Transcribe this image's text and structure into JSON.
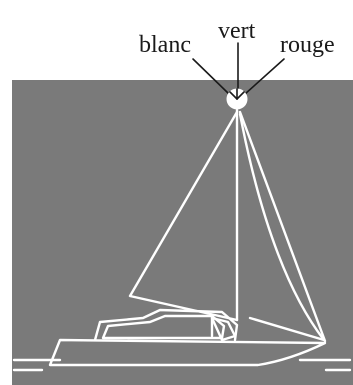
{
  "labels": {
    "left": "blanc",
    "center": "vert",
    "right": "rouge"
  },
  "colors": {
    "background_panel": "#7a7a7a",
    "drawing_lines": "#ffffff",
    "text": "#1a1a1a"
  }
}
